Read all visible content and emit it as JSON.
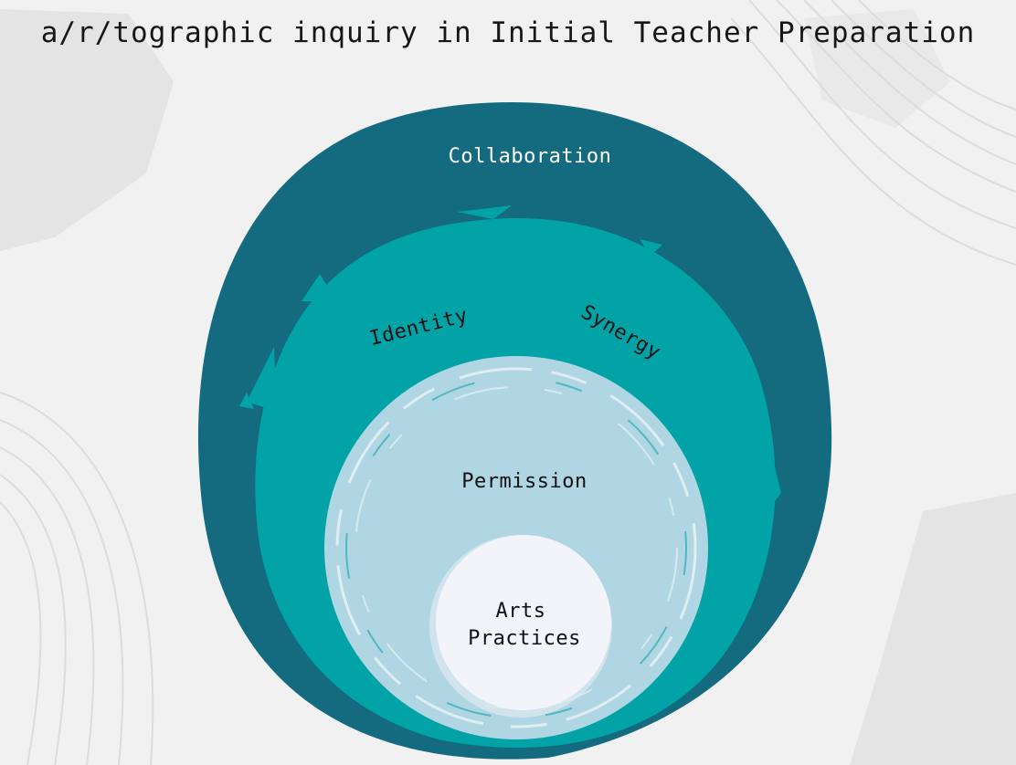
{
  "title": "a/r/tographic inquiry in Initial Teacher Preparation",
  "layers": {
    "outer": {
      "label": "Collaboration",
      "color": "#146a7f",
      "text_color": "#ffffff"
    },
    "second": {
      "labels": [
        "Identity",
        "Synergy"
      ],
      "color": "#01a3a6",
      "text_color": "#111111"
    },
    "third": {
      "label": "Permission",
      "color": "#b0d6e3",
      "text_color": "#111111"
    },
    "core": {
      "label_line1": "Arts",
      "label_line2": "Practices",
      "color": "#f3f4f9",
      "text_color": "#111111"
    }
  },
  "background_color": "#f1f1f1",
  "decoration_color": "#dcdcdc"
}
